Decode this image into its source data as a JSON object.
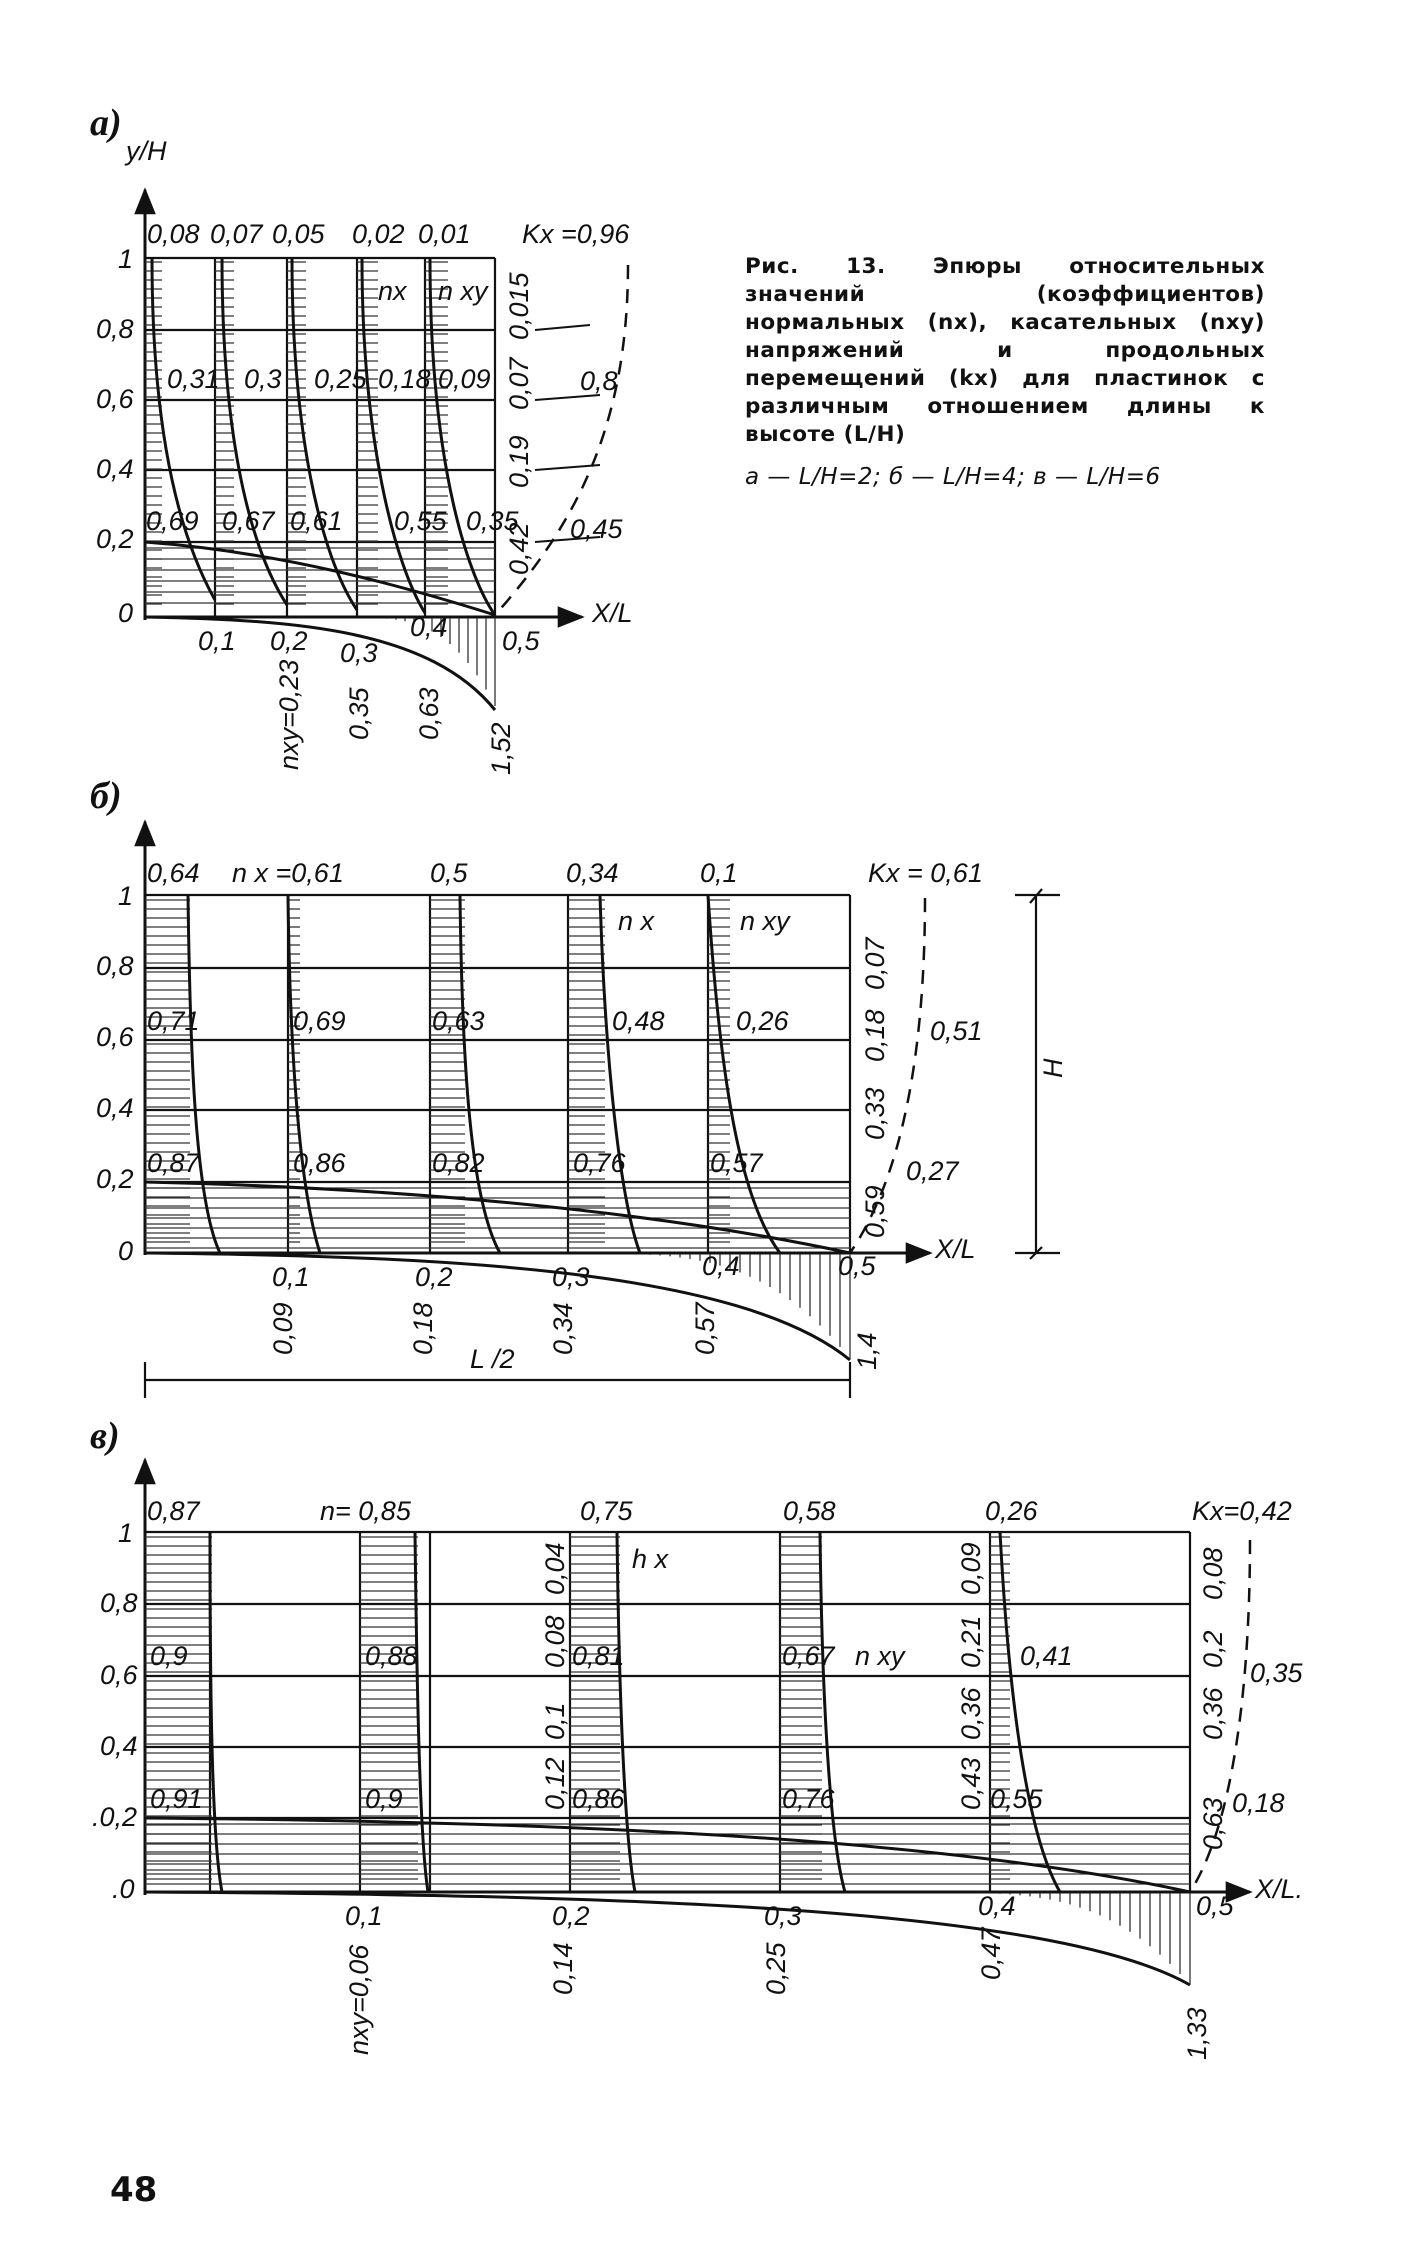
{
  "page_number": "48",
  "caption": {
    "text": "Рис. 13. Эпюры относительных значений (коэффициентов) нормальных (nx), касательных (nxy) напряжений и продольных перемещений (kx) для пластинок с различным отношением длины к высоте (L/H)",
    "legend": "а — L/H=2;  б — L/H=4;  в — L/H=6"
  },
  "chart_data": [
    {
      "type": "diagram",
      "panel_label": "а)",
      "y_axis_label": "y/H",
      "x_axis_label": "X/L",
      "y_ticks": [
        "1",
        "0,8",
        "0,6",
        "0,4",
        "0,2",
        "0"
      ],
      "x_ticks": [
        "0,1",
        "0,2",
        "0,3",
        "0,4",
        "0,5"
      ],
      "top_values": [
        "0,08",
        "0,07",
        "0,05",
        "0,02",
        "0,01"
      ],
      "kx_label": "Kx =0,96",
      "mid_values": [
        "0,31",
        "0,3",
        "0,25",
        "0,18",
        "0,09"
      ],
      "low_values": [
        "0,69",
        "0,67",
        "0,61",
        "0,55",
        "0,35"
      ],
      "nxy_right": [
        "0,015",
        "0,07",
        "0,19",
        "0,42"
      ],
      "kx_right": [
        "0,8",
        "0,45"
      ],
      "nxy_bottom": [
        "nxy=0,23",
        "0,35",
        "0,63",
        "1,52"
      ],
      "curve_labels": [
        "nx",
        "n xy"
      ]
    },
    {
      "type": "diagram",
      "panel_label": "б)",
      "y_ticks": [
        "1",
        "0,8",
        "0,6",
        "0,4",
        "0,2",
        "0"
      ],
      "x_axis_label": "X/L",
      "x_ticks": [
        "0,1",
        "0,2",
        "0,3",
        "0,4",
        "0,5"
      ],
      "top_values": [
        "0,64",
        "n x =0,61",
        "0,5",
        "0,34",
        "0,1"
      ],
      "kx_label": "Kx = 0,61",
      "mid_values": [
        "0,71",
        "0,69",
        "0,63",
        "0,48",
        "0,26"
      ],
      "low_values": [
        "0,87",
        "0,86",
        "0,82",
        "0,76",
        "0,57"
      ],
      "nxy_right": [
        "0,07",
        "0,18",
        "0,33",
        "0,59"
      ],
      "kx_right": [
        "0,51",
        "0,27"
      ],
      "nxy_bottom": [
        "0,09",
        "0,18",
        "0,34",
        "0,57",
        "1,4"
      ],
      "dimension_labels": [
        "H",
        "L /2"
      ],
      "curve_labels": [
        "n x",
        "n xy"
      ]
    },
    {
      "type": "diagram",
      "panel_label": "в)",
      "y_ticks": [
        "1",
        "0,8",
        "0,6",
        "0,4",
        ".0,2",
        ".0"
      ],
      "x_axis_label": "X/L.",
      "x_ticks": [
        "0,1",
        "0,2",
        "0,3",
        "0,4",
        "0,5"
      ],
      "top_values": [
        "0,87",
        "n= 0,85",
        "0,75",
        "0,58",
        "0,26"
      ],
      "kx_label": "Kx=0,42",
      "mid_values": [
        "0,9",
        "0,88",
        "0,81",
        "0,67",
        "0,41"
      ],
      "low_values": [
        "0,91",
        "0,9",
        "0,86",
        "0,76",
        "0,55"
      ],
      "nxy_inner": [
        "0,04",
        "0,08",
        "0,1",
        "0,12",
        "0,09",
        "0,21",
        "0,36",
        "0,43"
      ],
      "nxy_right": [
        "0,08",
        "0,2",
        "0,36",
        "0,63"
      ],
      "kx_right": [
        "0,35",
        "0,18"
      ],
      "nxy_bottom": [
        "nxy=0,06",
        "0,14",
        "0,25",
        "0,47",
        "1,33"
      ],
      "curve_labels": [
        "h x",
        "n xy"
      ]
    }
  ]
}
